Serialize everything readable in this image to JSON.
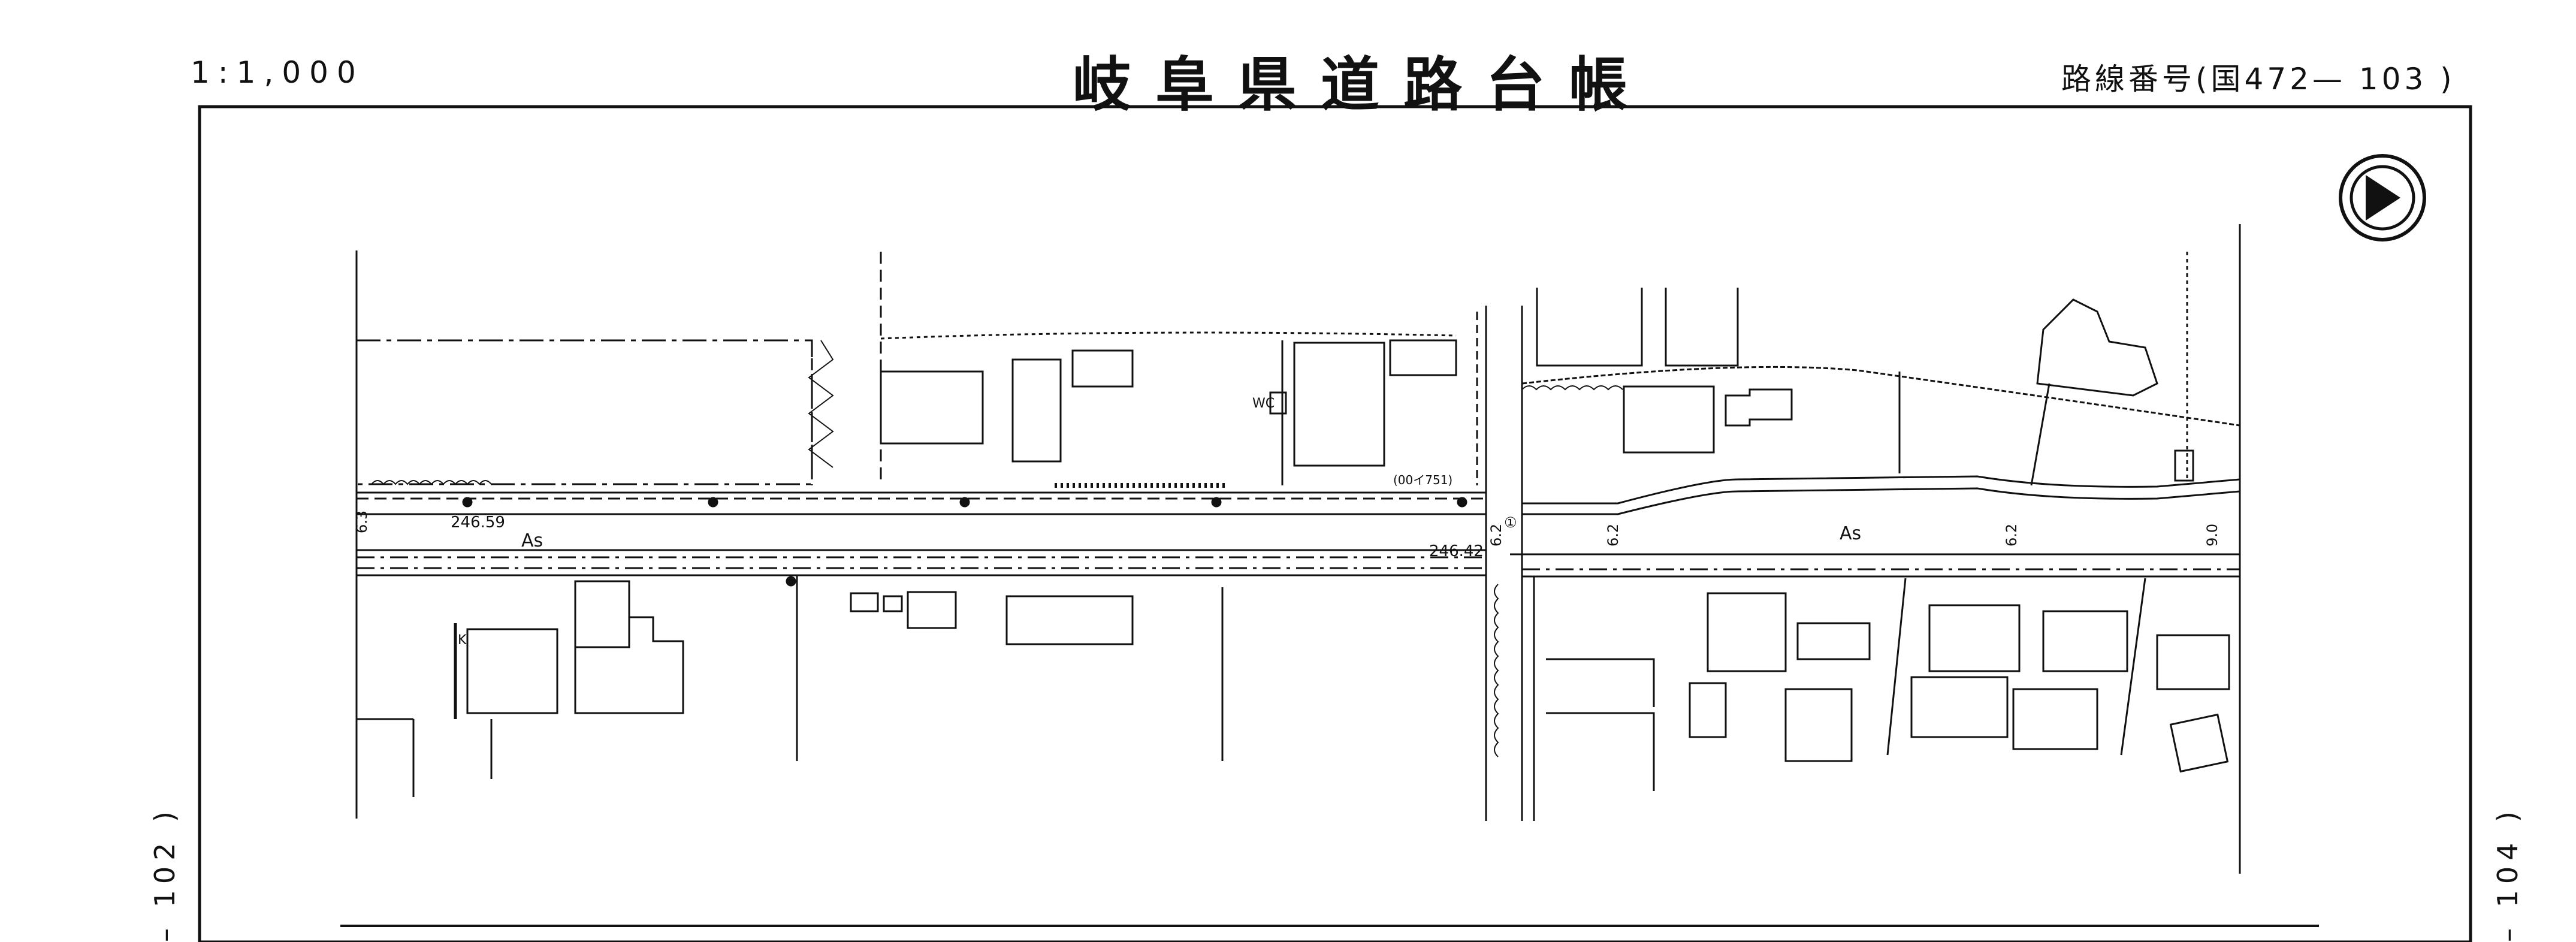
{
  "header": {
    "scale": "1:1,000",
    "title": "岐阜県道路台帳",
    "route_label": "路線番号(国472— 103 )"
  },
  "adjacent_sheets": {
    "previous": "– 102 )",
    "next": "– 104 )"
  },
  "map": {
    "north_arrow": "north-arrow-icon",
    "labels": {
      "surface_left": "As",
      "surface_right": "As",
      "elevation_left": "246.59",
      "elevation_right": "246.42",
      "station": "(00イ751)",
      "wc": "WC",
      "k_mark": "K",
      "point_1": "①",
      "width_1": "6.3",
      "width_2": "6.2",
      "width_3": "6.2",
      "width_4": "6.2",
      "width_5": "9.0"
    }
  }
}
